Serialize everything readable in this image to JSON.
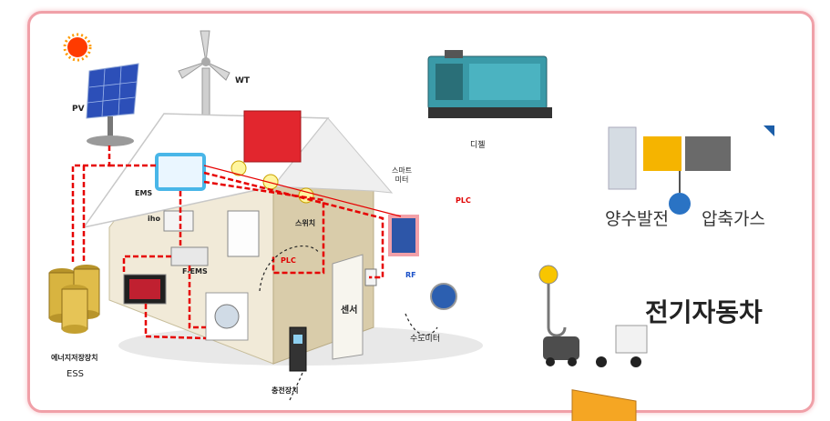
{
  "labels": {
    "pv": "PV",
    "wt": "WT",
    "diesel": "디젤",
    "smart_meter": "스마트\n미터",
    "plc_right": "PLC",
    "plc_center": "PLC",
    "ems": "EMS",
    "iho": "iho",
    "switch": "스위치",
    "fems": "F-EMS",
    "rf": "RF",
    "sensor": "센서",
    "water_meter": "수도미터",
    "ess_korean": "에너지저장장치",
    "ess": "ESS",
    "charger": "충전장치",
    "pumped_hydro": "양수발전",
    "compressed_gas": "압축가스",
    "ev": "전기자동차"
  },
  "colors": {
    "frame_border": "#f0a0a8",
    "wire_red": "#e60000",
    "wall": "#f1ead8",
    "roof": "#ffffff",
    "chimney": "#e2262e",
    "generator": "#3a9aa8",
    "truck": "#f5a623"
  }
}
